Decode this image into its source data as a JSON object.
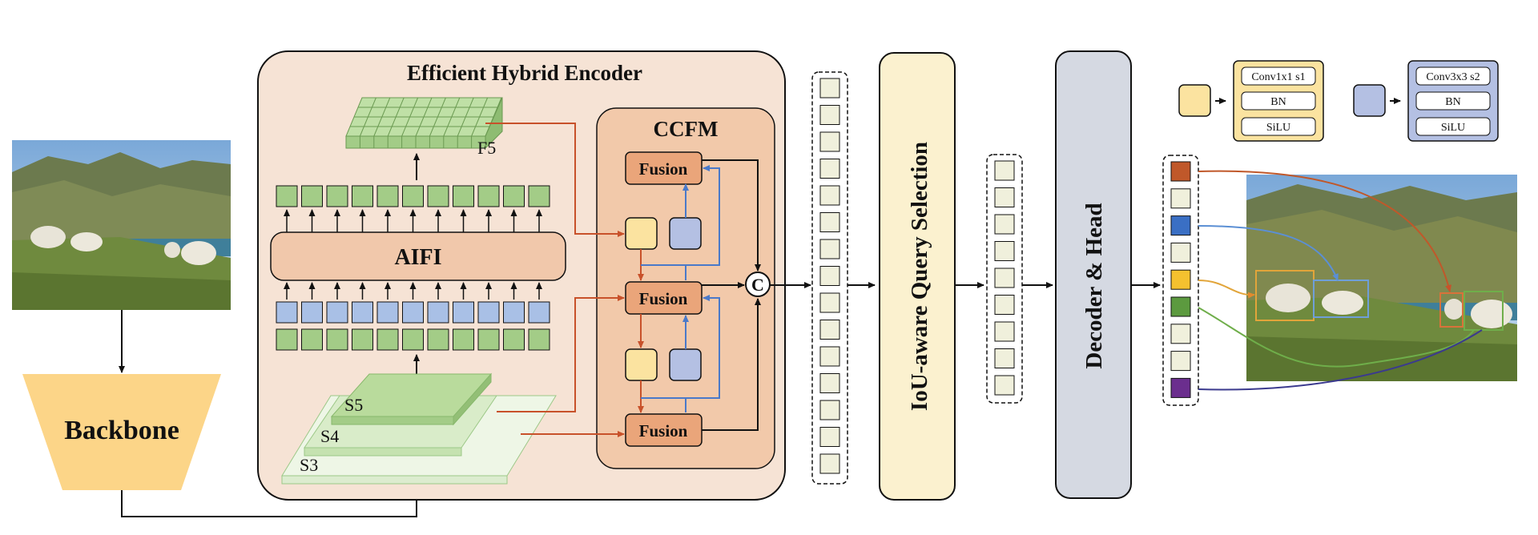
{
  "backbone": {
    "label": "Backbone"
  },
  "encoder": {
    "title": "Efficient Hybrid Encoder",
    "aifi_label": "AIFI",
    "feature_labels": {
      "f5": "F5",
      "s5": "S5",
      "s4": "S4",
      "s3": "S3"
    }
  },
  "ccfm": {
    "title": "CCFM",
    "fusion_label": "Fusion",
    "concat_label": "C"
  },
  "query_selection": {
    "label": "IoU-aware Query Selection"
  },
  "decoder": {
    "label": "Decoder & Head"
  },
  "legend": {
    "yellow_block": {
      "layers": [
        "Conv1x1 s1",
        "BN",
        "SiLU"
      ]
    },
    "blue_block": {
      "layers": [
        "Conv3x3 s2",
        "BN",
        "SiLU"
      ]
    }
  },
  "colors": {
    "encoder_bg": "#f6e3d5",
    "ccfm_bg": "#f2c9aa",
    "fusion": "#eaa57a",
    "aifi": "#f1c8ab",
    "green_token": "#a3cc87",
    "blue_token": "#a9c0e6",
    "yellow_block": "#fbe3a0",
    "blue_block": "#b4c0e3",
    "query_panel": "#fbf1cf",
    "decoder_panel": "#d5d9e2",
    "backbone": "#fcd588",
    "red_arrow": "#c8512a",
    "blue_arrow": "#4a79c9",
    "query_colors": [
      "#c0582a",
      "#f0f0dc",
      "#3a6fc4",
      "#f0f0dc",
      "#f4c12f",
      "#5c9a3f",
      "#f0f0dc",
      "#f0f0dc",
      "#6b2e8e"
    ]
  },
  "icons": {
    "input_image": "photo-of-sheep-on-hillside-icon",
    "output_image": "photo-of-sheep-with-detection-boxes-icon"
  }
}
